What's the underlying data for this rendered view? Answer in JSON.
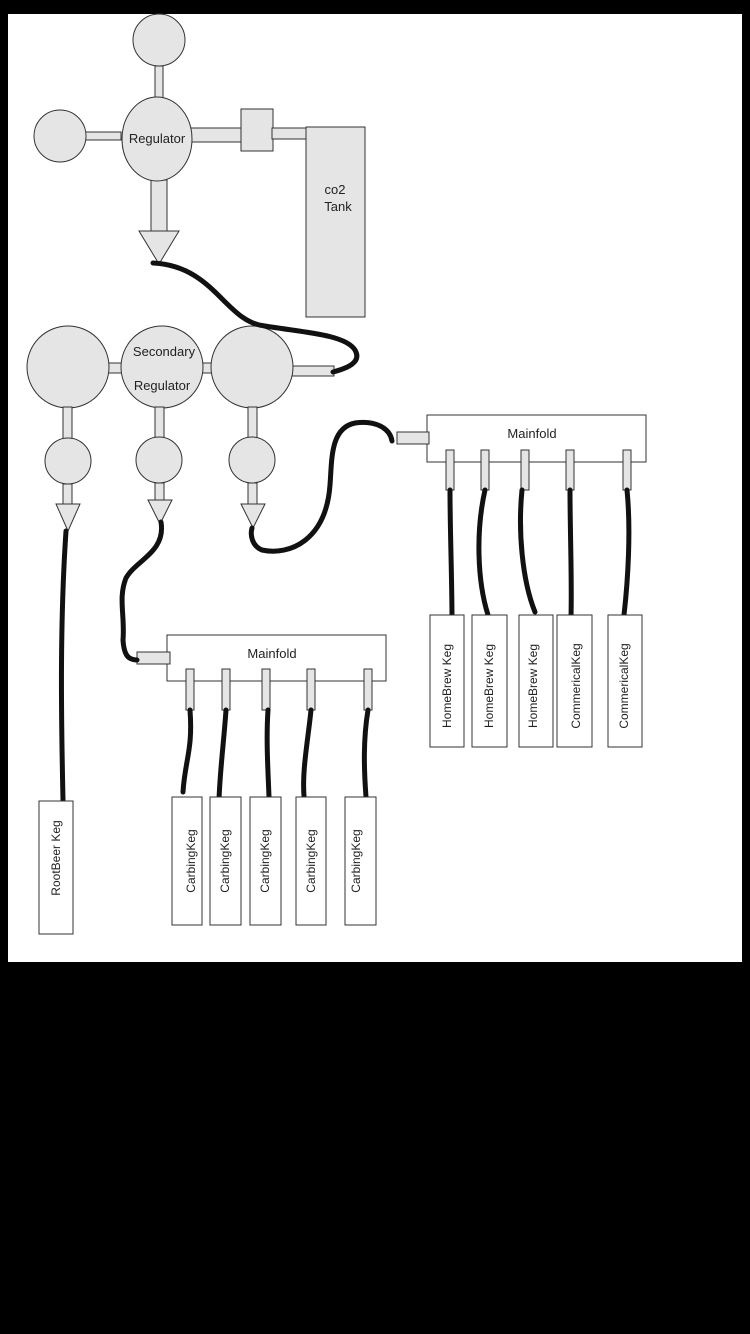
{
  "diagram": {
    "regulator": "Regulator",
    "co2_tank": [
      "co2",
      "Tank"
    ],
    "secondary_regulator": [
      "Secondary",
      "Regulator"
    ],
    "manifold_right": "Mainfold",
    "manifold_left": "Mainfold",
    "kegs_right": [
      "HomeBrew Keg",
      "HomeBrew Keg",
      "HomeBrew Keg",
      "CommericalKeg",
      "CommericalKeg"
    ],
    "kegs_bottom": [
      "CarbingKeg",
      "CarbingKeg",
      "CarbingKeg",
      "CarbingKeg",
      "CarbingKeg"
    ],
    "rootbeer_keg": "RootBeer Keg"
  },
  "colors": {
    "background": "#000000",
    "panel": "#ffffff",
    "part_fill": "#e5e5e5",
    "outline": "#333333",
    "hose": "#111111"
  }
}
